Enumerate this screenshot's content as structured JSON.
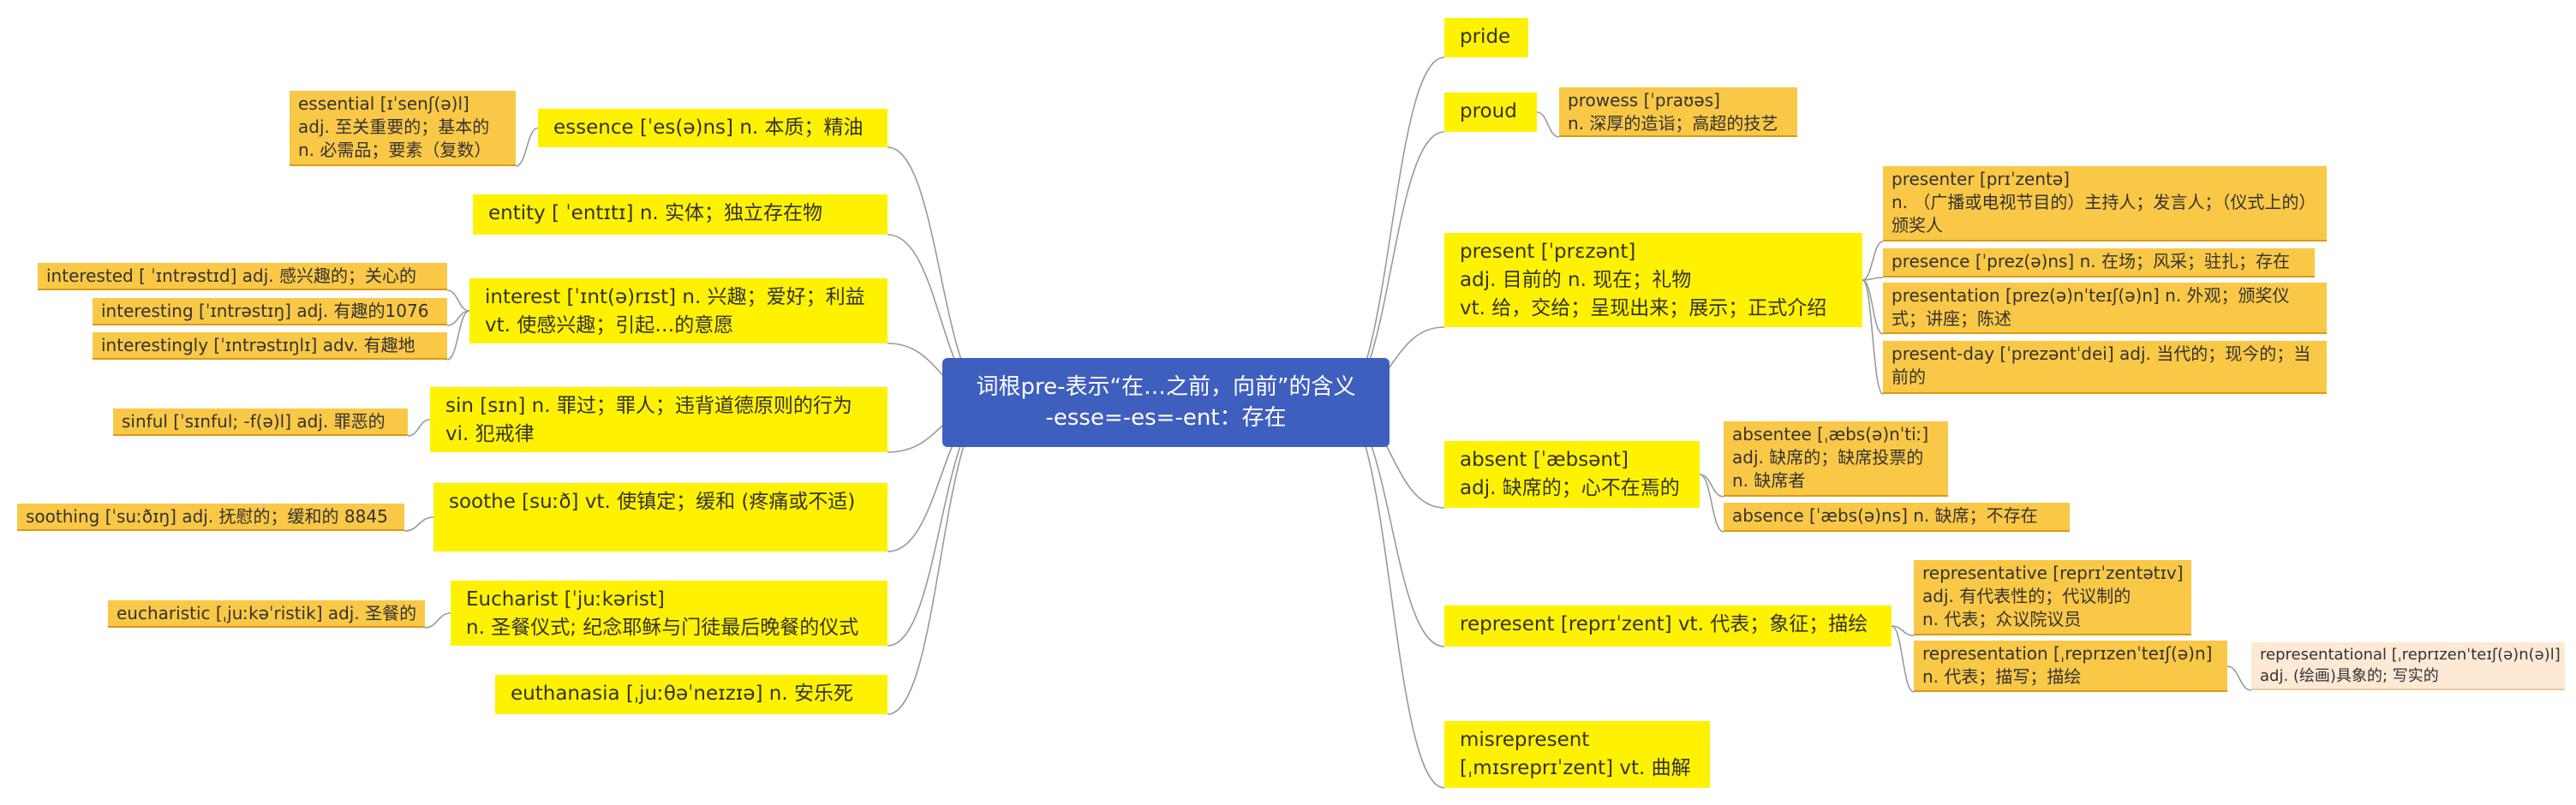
{
  "root": {
    "line1": "词根pre-表示“在…之前，向前”的含义",
    "line2": "-esse=-es=-ent：存在"
  },
  "left": {
    "essence": {
      "text": "essence [ˈes(ə)ns]  n. 本质；精油",
      "children": [
        {
          "lines": [
            "essential [ɪˈsenʃ(ə)l]",
            "adj. 至关重要的；基本的",
            "n. 必需品；要素（复数）"
          ]
        }
      ]
    },
    "entity": {
      "text": "entity      [   ˈentɪtɪ] n. 实体；独立存在物"
    },
    "interest": {
      "lines": [
        "interest [ˈɪnt(ə)rɪst] n. 兴趣；爱好；利益",
        "vt. 使感兴趣；引起…的意愿"
      ],
      "children": [
        {
          "text": "interested [   ˈɪntrəstɪd] adj. 感兴趣的；关心的"
        },
        {
          "text": "interesting [ˈɪntrəstɪŋ] adj. 有趣的1076"
        },
        {
          "text": "interestingly [ˈɪntrəstɪŋlɪ]    adv. 有趣地"
        }
      ]
    },
    "sin": {
      "lines": [
        "sin [sɪn] n. 罪过；罪人；违背道德原则的行为",
        "vi. 犯戒律"
      ],
      "children": [
        {
          "text": "sinful [ˈsɪnful; -f(ə)l] adj. 罪恶的"
        }
      ]
    },
    "soothe": {
      "text": "soothe     [suːð] vt. 使镇定；缓和 (疼痛或不适)",
      "children": [
        {
          "text": "soothing [ˈsuːðɪŋ] adj. 抚慰的；缓和的 8845"
        }
      ]
    },
    "eucharist": {
      "lines": [
        "Eucharist [ˈjuːkərist]",
        "n. 圣餐仪式; 纪念耶稣与门徒最后晚餐的仪式"
      ],
      "children": [
        {
          "text": "eucharistic [ˌjuːkəˈristik] adj. 圣餐的"
        }
      ]
    },
    "euthanasia": {
      "text": "euthanasia      [ˌjuːθəˈneɪzɪə] n. 安乐死"
    }
  },
  "right": {
    "pride": {
      "text": "pride"
    },
    "proud": {
      "text": "proud",
      "children": [
        {
          "lines": [
            "prowess    [ˈpraʊəs]",
            "n. 深厚的造诣；高超的技艺"
          ]
        }
      ]
    },
    "present": {
      "lines": [
        "present [ˈprɛzənt]",
        "adj. 目前的 n. 现在；礼物",
        "vt. 给，交给；呈现出来；展示；正式介绍"
      ],
      "children": [
        {
          "lines": [
            "presenter [prɪˈzentə]",
            "n. （广播或电视节目的）主持人；发言人；（仪式上的）颁奖人"
          ]
        },
        {
          "text": "presence [ˈprez(ə)ns] n. 在场；风采；驻扎；存在"
        },
        {
          "lines": [
            "presentation [prez(ə)nˈteɪʃ(ə)n] n. 外观；颁奖仪式；讲座；陈述"
          ]
        },
        {
          "lines": [
            "present-day [ˈprezəntˈdei] adj. 当代的；现今的；当前的"
          ]
        }
      ]
    },
    "absent": {
      "lines": [
        "absent     [ˈæbsənt]",
        "adj. 缺席的；心不在焉的"
      ],
      "children": [
        {
          "lines": [
            "absentee [ˌæbs(ə)nˈtiː]",
            "adj. 缺席的；缺席投票的",
            "n. 缺席者"
          ]
        },
        {
          "text": "absence    [ˈæbs(ə)ns] n. 缺席；不存在"
        }
      ]
    },
    "represent": {
      "text": "represent [reprɪˈzent] vt. 代表；象征；描绘",
      "children": [
        {
          "lines": [
            "representative [reprɪˈzentətɪv]",
            "adj. 有代表性的；代议制的",
            "n. 代表；众议院议员"
          ]
        },
        {
          "lines": [
            "representation  [ˌreprɪzenˈteɪʃ(ə)n]",
            "n. 代表；描写；描绘"
          ],
          "children": [
            {
              "lines": [
                "representational [ˌreprɪzenˈteɪʃ(ə)n(ə)l]",
                "adj. (绘画)具象的; 写实的"
              ]
            }
          ]
        }
      ]
    },
    "misrepresent": {
      "lines": [
        "misrepresent",
        "[ˌmɪsreprɪˈzent] vt. 曲解"
      ]
    }
  },
  "colors": {
    "root": "#3f5fbf",
    "main": "#fff200",
    "sub": "#f9c846",
    "sub2": "#fde9d4",
    "line": "#9a9a9a"
  }
}
